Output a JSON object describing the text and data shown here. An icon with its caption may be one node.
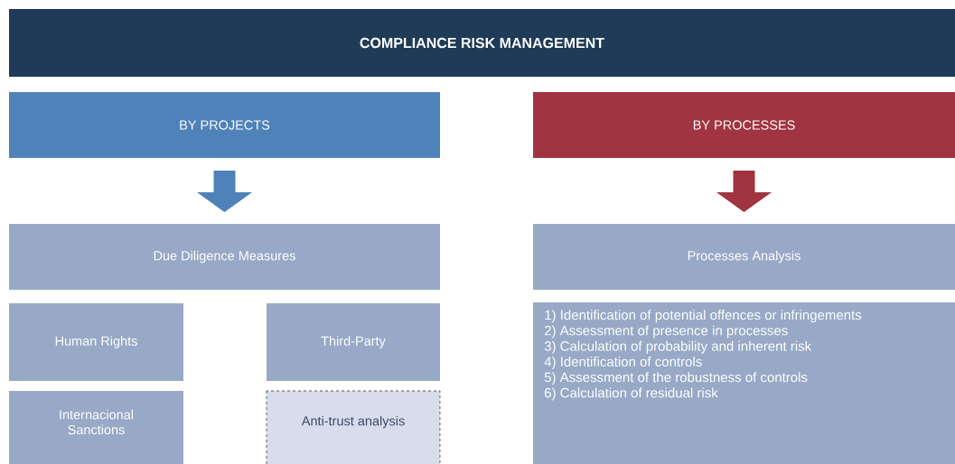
{
  "diagram": {
    "nodes": [
      {
        "text": [
          "COMPLIANCE RISK MANAGEMENT"
        ]
      },
      {
        "text": [
          "BY PROJECTS"
        ]
      },
      {
        "text": [
          "BY PROCESSES"
        ]
      },
      {
        "text": [
          "Due Diligence Measures"
        ]
      },
      {
        "text": [
          "Processes Analysis"
        ]
      },
      {
        "text": [
          "Human Rights"
        ]
      },
      {
        "text": [
          "Third-Party"
        ]
      },
      {
        "text": [
          "Internacional Sanctions"
        ]
      },
      {
        "text": [
          "Anti-trust analysis"
        ]
      },
      {
        "text": [
          "1) Identification of potential offences or infringements",
          "2) Assessment of presence in processes",
          "3) Calculation of probability and inherent risk",
          "4) Identification of controls",
          "5) Assessment of the robustness of controls",
          "6) Calculation of residual risk"
        ]
      }
    ],
    "edges": [
      {
        "from": 1,
        "to": 3,
        "arrow": "to",
        "color": "#4f82b8"
      },
      {
        "from": 2,
        "to": 4,
        "arrow": "to",
        "color": "#a03440"
      }
    ]
  }
}
